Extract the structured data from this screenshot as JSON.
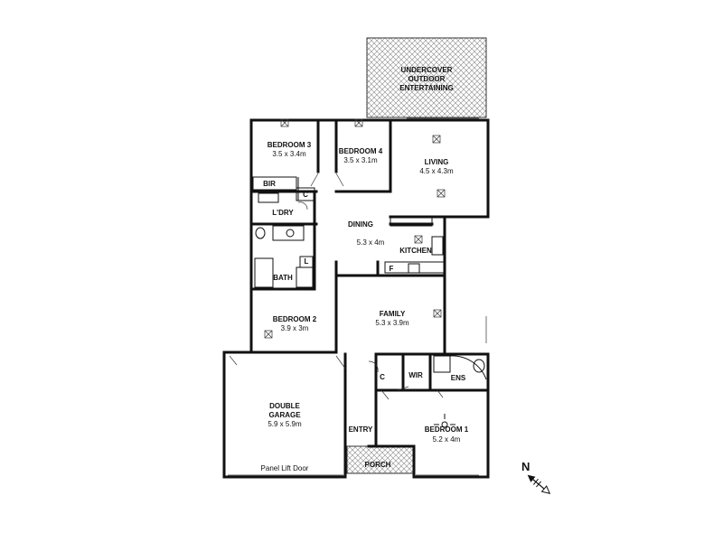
{
  "rooms": {
    "outdoor": {
      "line1": "UNDERCOVER",
      "line2": "OUTDOOR",
      "line3": "ENTERTAINING"
    },
    "bedroom3": {
      "name": "BEDROOM 3",
      "size": "3.5 x 3.4m"
    },
    "bedroom4": {
      "name": "BEDROOM 4",
      "size": "3.5 x 3.1m"
    },
    "living": {
      "name": "LIVING",
      "size": "4.5 x 4.3m"
    },
    "bir": {
      "name": "BIR"
    },
    "closet_c1": {
      "name": "C"
    },
    "laundry": {
      "name": "L'DRY"
    },
    "dining": {
      "name": "DINING",
      "size": "5.3 x 4m"
    },
    "kitchen": {
      "name": "KITCHEN"
    },
    "fridge": {
      "name": "F"
    },
    "bath": {
      "name": "BATH"
    },
    "linen": {
      "name": "L"
    },
    "family": {
      "name": "FAMILY",
      "size": "5.3 x 3.9m"
    },
    "bedroom2": {
      "name": "BEDROOM 2",
      "size": "3.9 x 3m"
    },
    "garage": {
      "line1": "DOUBLE",
      "line2": "GARAGE",
      "size": "5.9 x 5.9m",
      "door": "Panel Lift Door"
    },
    "closet_c2": {
      "name": "C"
    },
    "wir": {
      "name": "WIR"
    },
    "ensuite": {
      "name": "ENS"
    },
    "entry": {
      "name": "ENTRY"
    },
    "bedroom1": {
      "name": "BEDROOM 1",
      "size": "5.2 x 4m"
    },
    "porch": {
      "name": "PORCH"
    }
  },
  "compass": {
    "label": "N"
  },
  "colors": {
    "wall": "#111111",
    "hatch": "#888888",
    "background": "#ffffff"
  }
}
